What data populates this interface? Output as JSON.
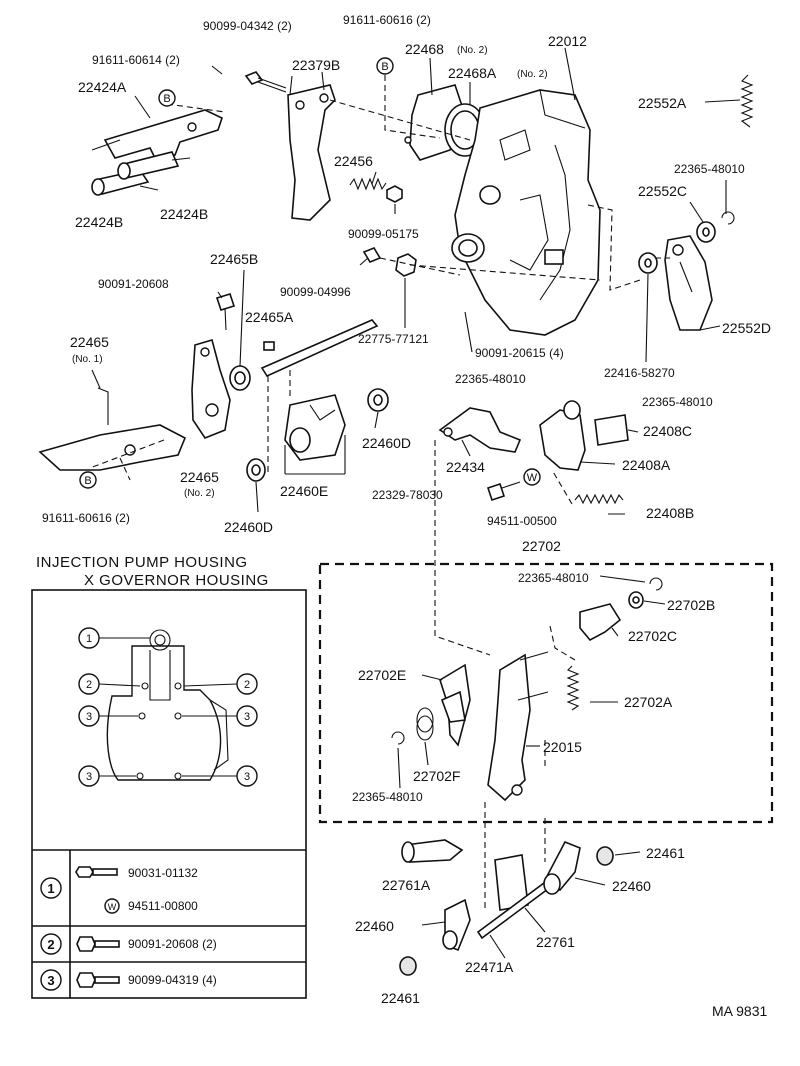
{
  "callouts": {
    "p90099_04342": "90099-04342 (2)",
    "p91611_60616_top": "91611-60616 (2)",
    "p22468": "22468",
    "p22468_note": "(No. 2)",
    "p22012": "22012",
    "p91611_60614": "91611-60614 (2)",
    "p22379b": "22379B",
    "p22468a": "22468A",
    "p22468a_note": "(No. 2)",
    "p22424a": "22424A",
    "p22552a": "22552A",
    "p22456": "22456",
    "p22365_48010_a": "22365-48010",
    "p22552c": "22552C",
    "p22424b_l": "22424B",
    "p22424b_r": "22424B",
    "p90099_05175": "90099-05175",
    "p22465b": "22465B",
    "p90091_20608": "90091-20608",
    "p90099_04996": "90099-04996",
    "p22465a": "22465A",
    "p22775_77121": "22775-77121",
    "p22552d": "22552D",
    "p22465_no1": "22465",
    "p22465_no1_note": "(No. 1)",
    "p90091_20615": "90091-20615 (4)",
    "p22416_58270": "22416-58270",
    "p22365_48010_b": "22365-48010",
    "p22365_48010_c": "22365-48010",
    "p22408c": "22408C",
    "p22460d_r": "22460D",
    "p22434": "22434",
    "p22408a": "22408A",
    "p22465_no2": "22465",
    "p22465_no2_note": "(No. 2)",
    "p22460e": "22460E",
    "p22329_78030": "22329-78030",
    "p94511_00500": "94511-00500",
    "p22408b": "22408B",
    "p91611_60616_bot": "91611-60616 (2)",
    "p22460d_b": "22460D",
    "p22702": "22702",
    "p22365_48010_d": "22365-48010",
    "p22702b": "22702B",
    "p22702c": "22702C",
    "p22702e": "22702E",
    "p22702a": "22702A",
    "p22015": "22015",
    "p22702f": "22702F",
    "p22365_48010_e": "22365-48010",
    "p22461_r": "22461",
    "p22761a": "22761A",
    "p22460_r": "22460",
    "p22460_l": "22460",
    "p22761": "22761",
    "p22471a": "22471A",
    "p22461_b": "22461"
  },
  "marker": "B",
  "washer_marker": "W",
  "inset": {
    "title_line1": "INJECTION PUMP HOUSING",
    "title_line2": "X GOVERNOR HOUSING",
    "circles": [
      "1",
      "2",
      "2",
      "3",
      "3",
      "3",
      "3"
    ],
    "legend": [
      {
        "num": "1",
        "items": [
          {
            "part": "90031-01132"
          },
          {
            "part": "94511-00800"
          }
        ]
      },
      {
        "num": "2",
        "items": [
          {
            "part": "90091-20608 (2)"
          }
        ]
      },
      {
        "num": "3",
        "items": [
          {
            "part": "90099-04319 (4)"
          }
        ]
      }
    ]
  },
  "footer_code": "MA 9831"
}
